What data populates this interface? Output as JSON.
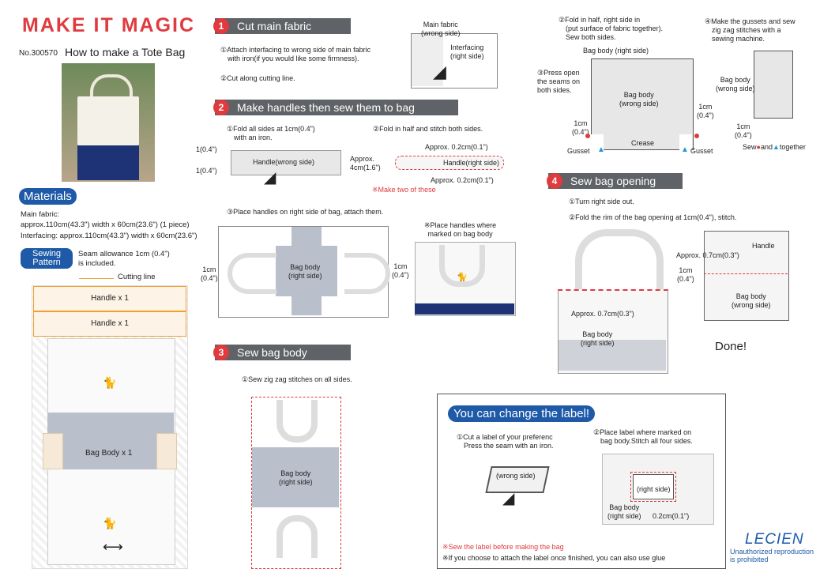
{
  "header": {
    "brand": "MAKE IT MAGIC",
    "product_no": "No.300570",
    "title": "How to make a Tote Bag"
  },
  "materials": {
    "heading": "Materials",
    "main_label": "Main fabric:",
    "main_spec": "approx.110cm(43.3\") width x 60cm(23.6\") (1 piece)",
    "interfacing_spec": "Interfacing: approx.110cm(43.3\") width x 60cm(23.6\")"
  },
  "sewing_pattern": {
    "badge_line1": "Sewing",
    "badge_line2": "Pattern",
    "seam_line1": "Seam allowance 1cm  (0.4\")",
    "seam_line2": "is included.",
    "cutting_line": "Cutting line",
    "handle1": "Handle x 1",
    "handle2": "Handle x 1",
    "bag_body": "Bag Body x 1"
  },
  "step1": {
    "num": "1",
    "title": "Cut main fabric",
    "s1_line1": "①Attach interfacing to wrong side of main fabric",
    "s1_line2": "with iron(if you would like some firmness).",
    "s2": "②Cut along cutting line.",
    "fig_main_line1": "Main fabric",
    "fig_main_line2": "(wrong side)",
    "fig_inter_line1": "Interfacing",
    "fig_inter_line2": "(right side)"
  },
  "step2": {
    "num": "2",
    "title": "Make handles then sew them to bag",
    "s1_line1": "①Fold all sides at 1cm(0.4\")",
    "s1_line2": "with an iron.",
    "dim_top": "1(0.4\")",
    "dim_bottom": "1(0.4\")",
    "handle_wrong": "Handle(wrong side)",
    "s2": "②Fold in half and stitch both sides.",
    "approx_02": "Approx. 0.2cm(0.1\")",
    "approx_4_line1": "Approx.",
    "approx_4_line2": "4cm(1.6\")",
    "handle_right": "Handle(right side)",
    "approx_02b": "Approx. 0.2cm(0.1\")",
    "make_two": "※Make two of these",
    "s3": "③Place handles on right side of bag, attach them.",
    "dim_1cm_a_line1": "1cm",
    "dim_1cm_a_line2": "(0.4\")",
    "dim_1cm_b_line1": "1cm",
    "dim_1cm_b_line2": "(0.4\")",
    "bag_body_line1": "Bag body",
    "bag_body_line2": "(right side)",
    "note_line1": "※Place handles where",
    "note_line2": "marked on bag body"
  },
  "step3": {
    "num": "3",
    "title": "Sew bag body",
    "s1": "①Sew zig zag stitches on all sides.",
    "bag_body_line1": "Bag body",
    "bag_body_line2": "(right side)"
  },
  "fold": {
    "s2_line1": "②Fold in half, right side in",
    "s2_line2": "(put surface of fabric together).",
    "s2_line3": "Sew both sides.",
    "bag_top": "Bag body (right side)",
    "s3_line1": "③Press open",
    "s3_line2": "the seams on",
    "s3_line3": "both sides.",
    "bag_line1": "Bag body",
    "bag_line2": "(wrong side)",
    "dim_l_line1": "1cm",
    "dim_l_line2": "(0.4\")",
    "dim_r_line1": "1cm",
    "dim_r_line2": "(0.4\")",
    "crease": "Crease",
    "gusset_l": "Gusset",
    "gusset_r": "Gusset",
    "s4_line1": "④Make the gussets and sew",
    "s4_line2": "zig zag stitches with a",
    "s4_line3": "sewing machine.",
    "bag2_line1": "Bag body",
    "bag2_line2": "(wrong side)",
    "dim_g_line1": "1cm",
    "dim_g_line2": "(0.4\")",
    "sew_a": "Sew",
    "sew_and": "and",
    "sew_together": "together"
  },
  "step4": {
    "num": "4",
    "title": "Sew bag opening",
    "s1": "①Turn right side out.",
    "s2": "②Fold the rim of the bag opening at 1cm(0.4\"), stitch.",
    "approx_07a": "Approx. 0.7cm(0.3\")",
    "bag_line1": "Bag body",
    "bag_line2": "(right side)",
    "handle": "Handle",
    "approx_07b": "Approx. 0.7cm(0.3\")",
    "dim_line1": "1cm",
    "dim_line2": "(0.4\")",
    "bag2_line1": "Bag body",
    "bag2_line2": "(wrong side)",
    "done": "Done!"
  },
  "label_section": {
    "title": "You can change the label!",
    "s1_line1": "①Cut a label of your preferenc",
    "s1_line2": "Press the seam with an iron.",
    "wrong_side": "(wrong side)",
    "s2_line1": "②Place label where marked on",
    "s2_line2": "bag body.Stitch all four sides.",
    "right_side": "(right side)",
    "bag_line1": "Bag body",
    "bag_line2": "(right side)",
    "dim": "0.2cm(0.1\")",
    "note_red": "※Sew the label before making the bag",
    "note_black": "※If you choose to attach the label once finished, you can also use glue"
  },
  "footer": {
    "logo": "LECIEN",
    "unauth_line1": "Unauthorized reproduction",
    "unauth_line2": "is prohibited"
  },
  "colors": {
    "accent_red": "#e03a3e",
    "brand_blue": "#1e5aa8",
    "header_gray": "#5f6266",
    "body_gray": "#b9c0cc",
    "orange": "#f0a030"
  }
}
